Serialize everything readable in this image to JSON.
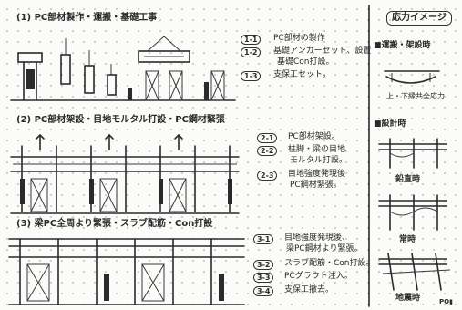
{
  "steps": [
    {
      "heading": "(1) PC部材製作・運搬・基礎工事",
      "items": [
        {
          "label": "1-1",
          "text": "PC部材の製作"
        },
        {
          "label": "1-2",
          "text": "基礎アンカーセット、設置"
        },
        {
          "label": "",
          "text": "基礎Con打設。"
        },
        {
          "label": "1-3",
          "text": "支保工セット。"
        }
      ]
    },
    {
      "heading": "(2) PC部材架設・目地モルタル打設・PC鋼材緊張",
      "items": [
        {
          "label": "2-1",
          "text": "PC部材架設。"
        },
        {
          "label": "2-2",
          "text": "柱脚・梁の目地"
        },
        {
          "label": "",
          "text": "モルタル打設。"
        },
        {
          "label": "2-3",
          "text": "目地強度発現後"
        },
        {
          "label": "",
          "text": "PC鋼材緊張。"
        }
      ]
    },
    {
      "heading": "(3) 梁PC全周より緊張・スラブ配筋・Con打設",
      "items": [
        {
          "label": "3-1",
          "text": "目地強度発現後、"
        },
        {
          "label": "",
          "text": "梁PC鋼材より緊張。"
        },
        {
          "label": "3-2",
          "text": "スラブ配筋・Con打設。"
        },
        {
          "label": "3-3",
          "text": "PCグラウト注入。"
        },
        {
          "label": "3-4",
          "text": "支保工撤去。"
        }
      ]
    }
  ],
  "sidebar": {
    "title": "応力イメージ",
    "section1": "■運搬・架設時",
    "caption1": "上・下縁共全応力",
    "section2": "■設計時",
    "cases": [
      "鉛直時",
      "常時",
      "地震時"
    ]
  },
  "logo": "PO▮"
}
